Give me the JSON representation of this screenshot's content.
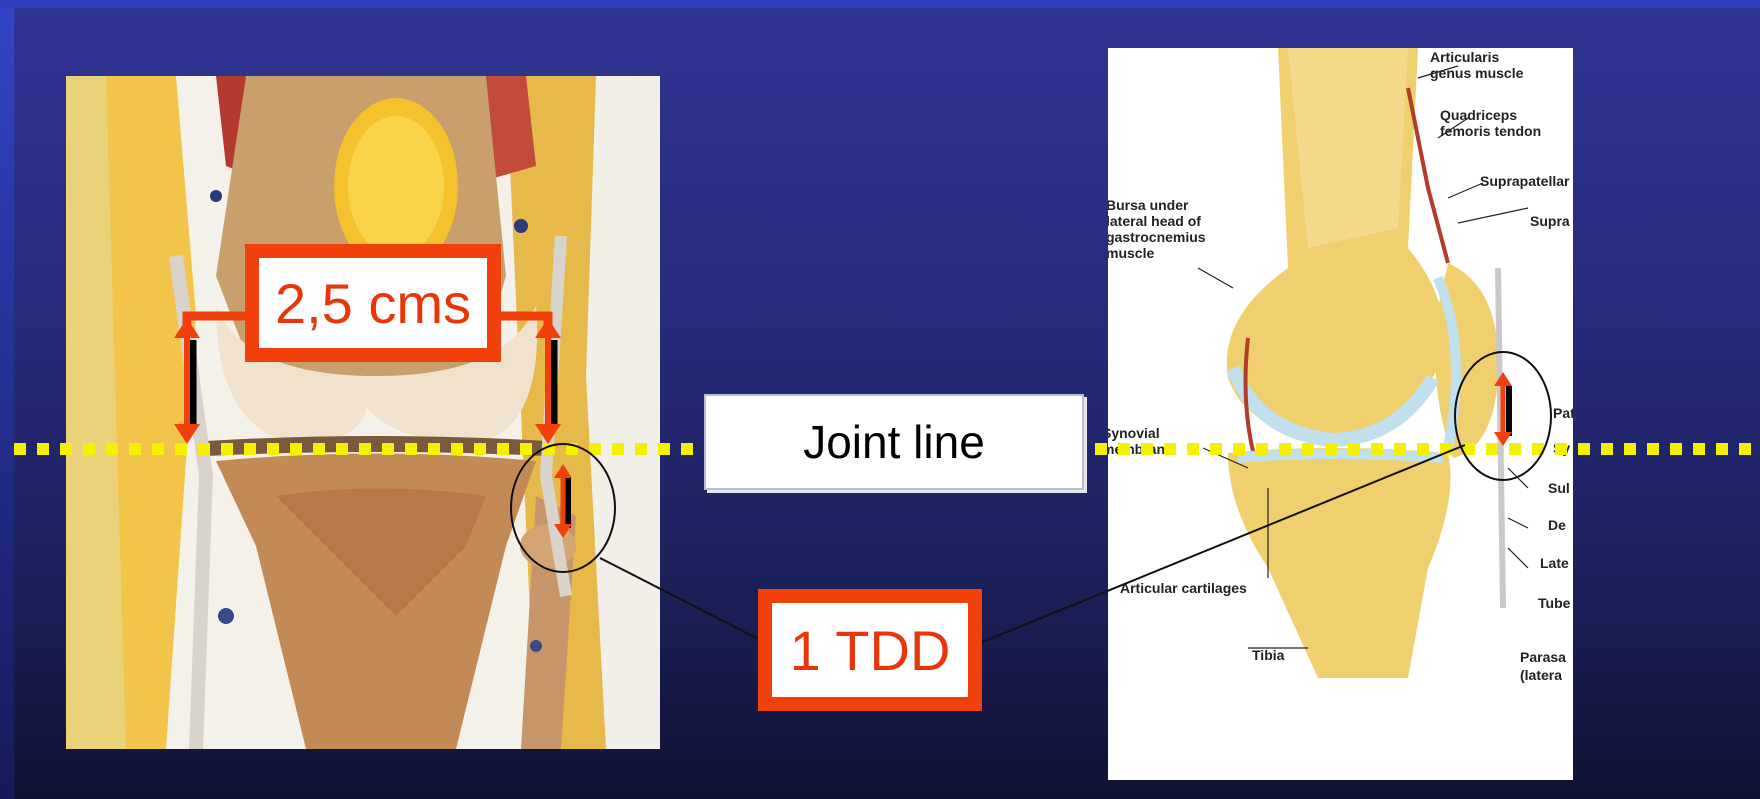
{
  "labels": {
    "measurement": "2,5 cms",
    "joint_line": "Joint line",
    "tdd": "1 TDD"
  },
  "anatomy_labels": {
    "articularis": "Articularis",
    "genus_muscle": "genus muscle",
    "quadriceps": "Quadriceps",
    "quad_tendon": "femoris tendon",
    "suprapatellar": "Suprapatellar",
    "supra": "Supra",
    "bursa_1": "Bursa under",
    "bursa_2": "lateral head of",
    "bursa_3": "gastrocnemius",
    "bursa_4": "muscle",
    "synovial_1": "Synovial",
    "synovial_2": "membrane",
    "articular_cartilages": "Articular cartilages",
    "tibia": "Tibia",
    "pat": "Pat",
    "sy": "Sy",
    "sul": "Sul",
    "de": "De",
    "late": "Late",
    "tube": "Tube",
    "parasa": "Parasa",
    "latera": "(latera"
  },
  "colors": {
    "background_top": "#303594",
    "background_bottom": "#0f1233",
    "accent_red": "#f0400c",
    "dotted_line": "#f5f000",
    "bone": "#f2cf5e",
    "cartilage": "#bfe0ec"
  }
}
